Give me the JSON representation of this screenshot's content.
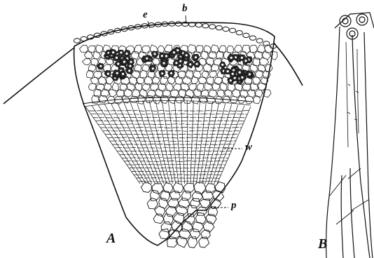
{
  "figure": {
    "panel_a": {
      "label": "A",
      "callouts": {
        "epidermis": "e",
        "bark": "b",
        "wood": "w",
        "pith": "p"
      }
    },
    "panel_b": {
      "label": "B"
    }
  }
}
